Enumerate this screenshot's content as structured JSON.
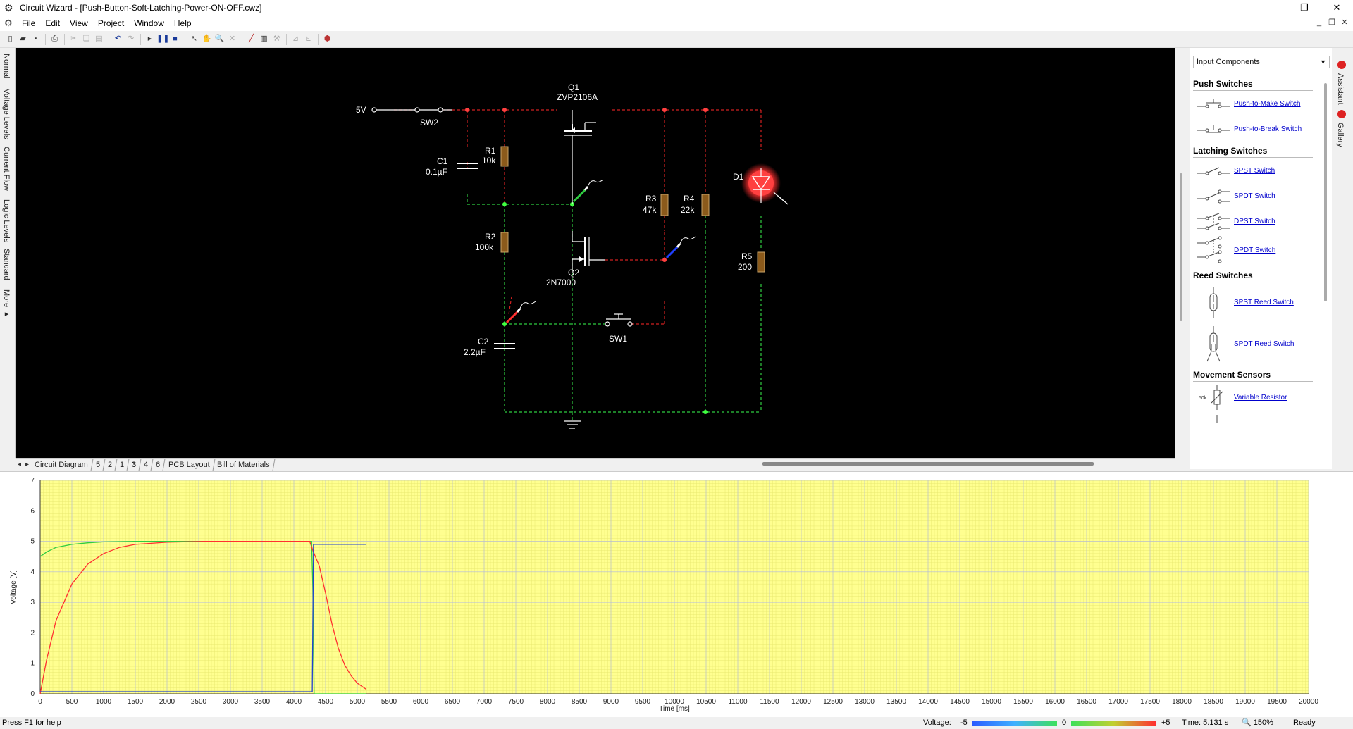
{
  "window": {
    "title": "Circuit Wizard - [Push-Button-Soft-Latching-Power-ON-OFF.cwz]"
  },
  "menu": [
    "File",
    "Edit",
    "View",
    "Project",
    "Window",
    "Help"
  ],
  "left_tabs": [
    "Normal",
    "Voltage Levels",
    "Current Flow",
    "Logic Levels",
    "Standard",
    "More ▸"
  ],
  "circuit": {
    "supply": "5V",
    "components": {
      "sw2": "SW2",
      "sw1": "SW1",
      "q1_ref": "Q1",
      "q1_part": "ZVP2106A",
      "q2_ref": "Q2",
      "q2_part": "2N7000",
      "r1_ref": "R1",
      "r1_val": "10k",
      "r2_ref": "R2",
      "r2_val": "100k",
      "r3_ref": "R3",
      "r3_val": "47k",
      "r4_ref": "R4",
      "r4_val": "22k",
      "r5_ref": "R5",
      "r5_val": "200",
      "c1_ref": "C1",
      "c1_val": "0.1µF",
      "c2_ref": "C2",
      "c2_val": "2.2µF",
      "d1_ref": "D1"
    }
  },
  "doc_tabs": [
    "Circuit Diagram",
    "5",
    "2",
    "1",
    "3",
    "4",
    "6",
    "PCB Layout",
    "Bill of Materials"
  ],
  "doc_tabs_active": "3",
  "gallery": {
    "dropdown": "Input Components",
    "side_tabs": [
      "Assistant",
      "Gallery"
    ],
    "groups": [
      {
        "title": "Push Switches",
        "items": [
          "Push-to-Make Switch",
          "Push-to-Break Switch"
        ]
      },
      {
        "title": "Latching Switches",
        "items": [
          "SPST Switch",
          "SPDT Switch",
          "DPST Switch",
          "DPDT Switch"
        ]
      },
      {
        "title": "Reed Switches",
        "items": [
          "SPST Reed Switch",
          "SPDT Reed Switch"
        ]
      },
      {
        "title": "Movement Sensors",
        "items": [
          "Variable Resistor"
        ]
      }
    ],
    "var_resistor_label": "50k"
  },
  "chart_data": {
    "type": "line",
    "xlabel": "Time [ms]",
    "ylabel": "Voltage [V]",
    "xlim": [
      0,
      20000
    ],
    "ylim": [
      0,
      7
    ],
    "xticks": [
      0,
      500,
      1000,
      1500,
      2000,
      2500,
      3000,
      3500,
      4000,
      4500,
      5000,
      5500,
      6000,
      6500,
      7000,
      7500,
      8000,
      8500,
      9000,
      9500,
      10000,
      10500,
      11000,
      11500,
      12000,
      12500,
      13000,
      13500,
      14000,
      14500,
      15000,
      15500,
      16000,
      16500,
      17000,
      17500,
      18000,
      18500,
      19000,
      19500,
      20000
    ],
    "yticks": [
      0,
      1,
      2,
      3,
      4,
      5,
      6,
      7
    ],
    "grid": true,
    "series": [
      {
        "color": "#2ecc40",
        "x": [
          0,
          100,
          250,
          500,
          750,
          1000,
          1500,
          2000,
          2600,
          3000,
          3500,
          4000,
          4200,
          4280,
          4300,
          4320,
          4400,
          4800,
          5140
        ],
        "y": [
          4.5,
          4.65,
          4.8,
          4.9,
          4.95,
          4.98,
          5.0,
          5.0,
          5.0,
          5.0,
          5.0,
          5.0,
          5.0,
          5.0,
          3.4,
          0.0,
          0.0,
          0.0,
          0.0
        ]
      },
      {
        "color": "#ff3030",
        "x": [
          0,
          100,
          250,
          500,
          750,
          1000,
          1250,
          1500,
          2000,
          2600,
          3000,
          3500,
          4000,
          4250,
          4300,
          4400,
          4500,
          4600,
          4700,
          4800,
          4900,
          5000,
          5140
        ],
        "y": [
          0.0,
          1.1,
          2.4,
          3.6,
          4.25,
          4.6,
          4.8,
          4.9,
          4.97,
          5.0,
          5.0,
          5.0,
          5.0,
          5.0,
          4.7,
          4.2,
          3.3,
          2.3,
          1.5,
          0.95,
          0.6,
          0.35,
          0.15
        ]
      },
      {
        "color": "#2040d0",
        "x": [
          0,
          1000,
          2000,
          3000,
          4000,
          4290,
          4300,
          4310,
          4330,
          5140
        ],
        "y": [
          0.07,
          0.07,
          0.07,
          0.07,
          0.07,
          0.07,
          2.5,
          4.9,
          4.9,
          4.9
        ]
      }
    ]
  },
  "status": {
    "help": "Press F1 for help",
    "voltage_label": "Voltage:",
    "scale_min": "-5",
    "scale_mid": "0",
    "scale_max": "+5",
    "time": "Time:  5.131 s",
    "zoom": "150%",
    "ready": "Ready"
  },
  "colors": {
    "high": "#ff3030",
    "low": "#2ecc40",
    "wire_neutral": "#d02020",
    "led_on": "#ff4040",
    "graph_bg": "#ffff90"
  }
}
